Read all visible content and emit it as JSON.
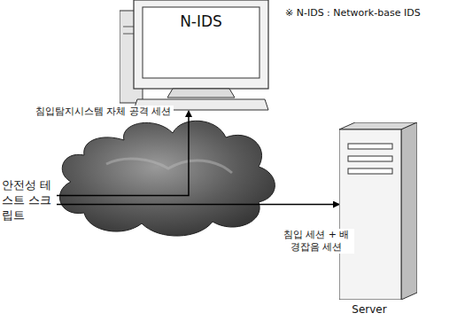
{
  "diagram": {
    "nodes": [
      {
        "text": [
          "N-IDS"
        ]
      },
      {
        "text": [
          "안전성 테스트 스크립트"
        ]
      },
      {
        "text": [
          "Server"
        ]
      }
    ],
    "edges": [
      {
        "from": 1,
        "to": 0,
        "arrow": "to",
        "label": "침입탐지시스템 자체 공격 세션"
      },
      {
        "from": 1,
        "to": 2,
        "arrow": "to",
        "label": "침입 세션 + 배경잡음 세션"
      }
    ],
    "labels": [
      "※ N-IDS : Network-base IDS"
    ]
  }
}
